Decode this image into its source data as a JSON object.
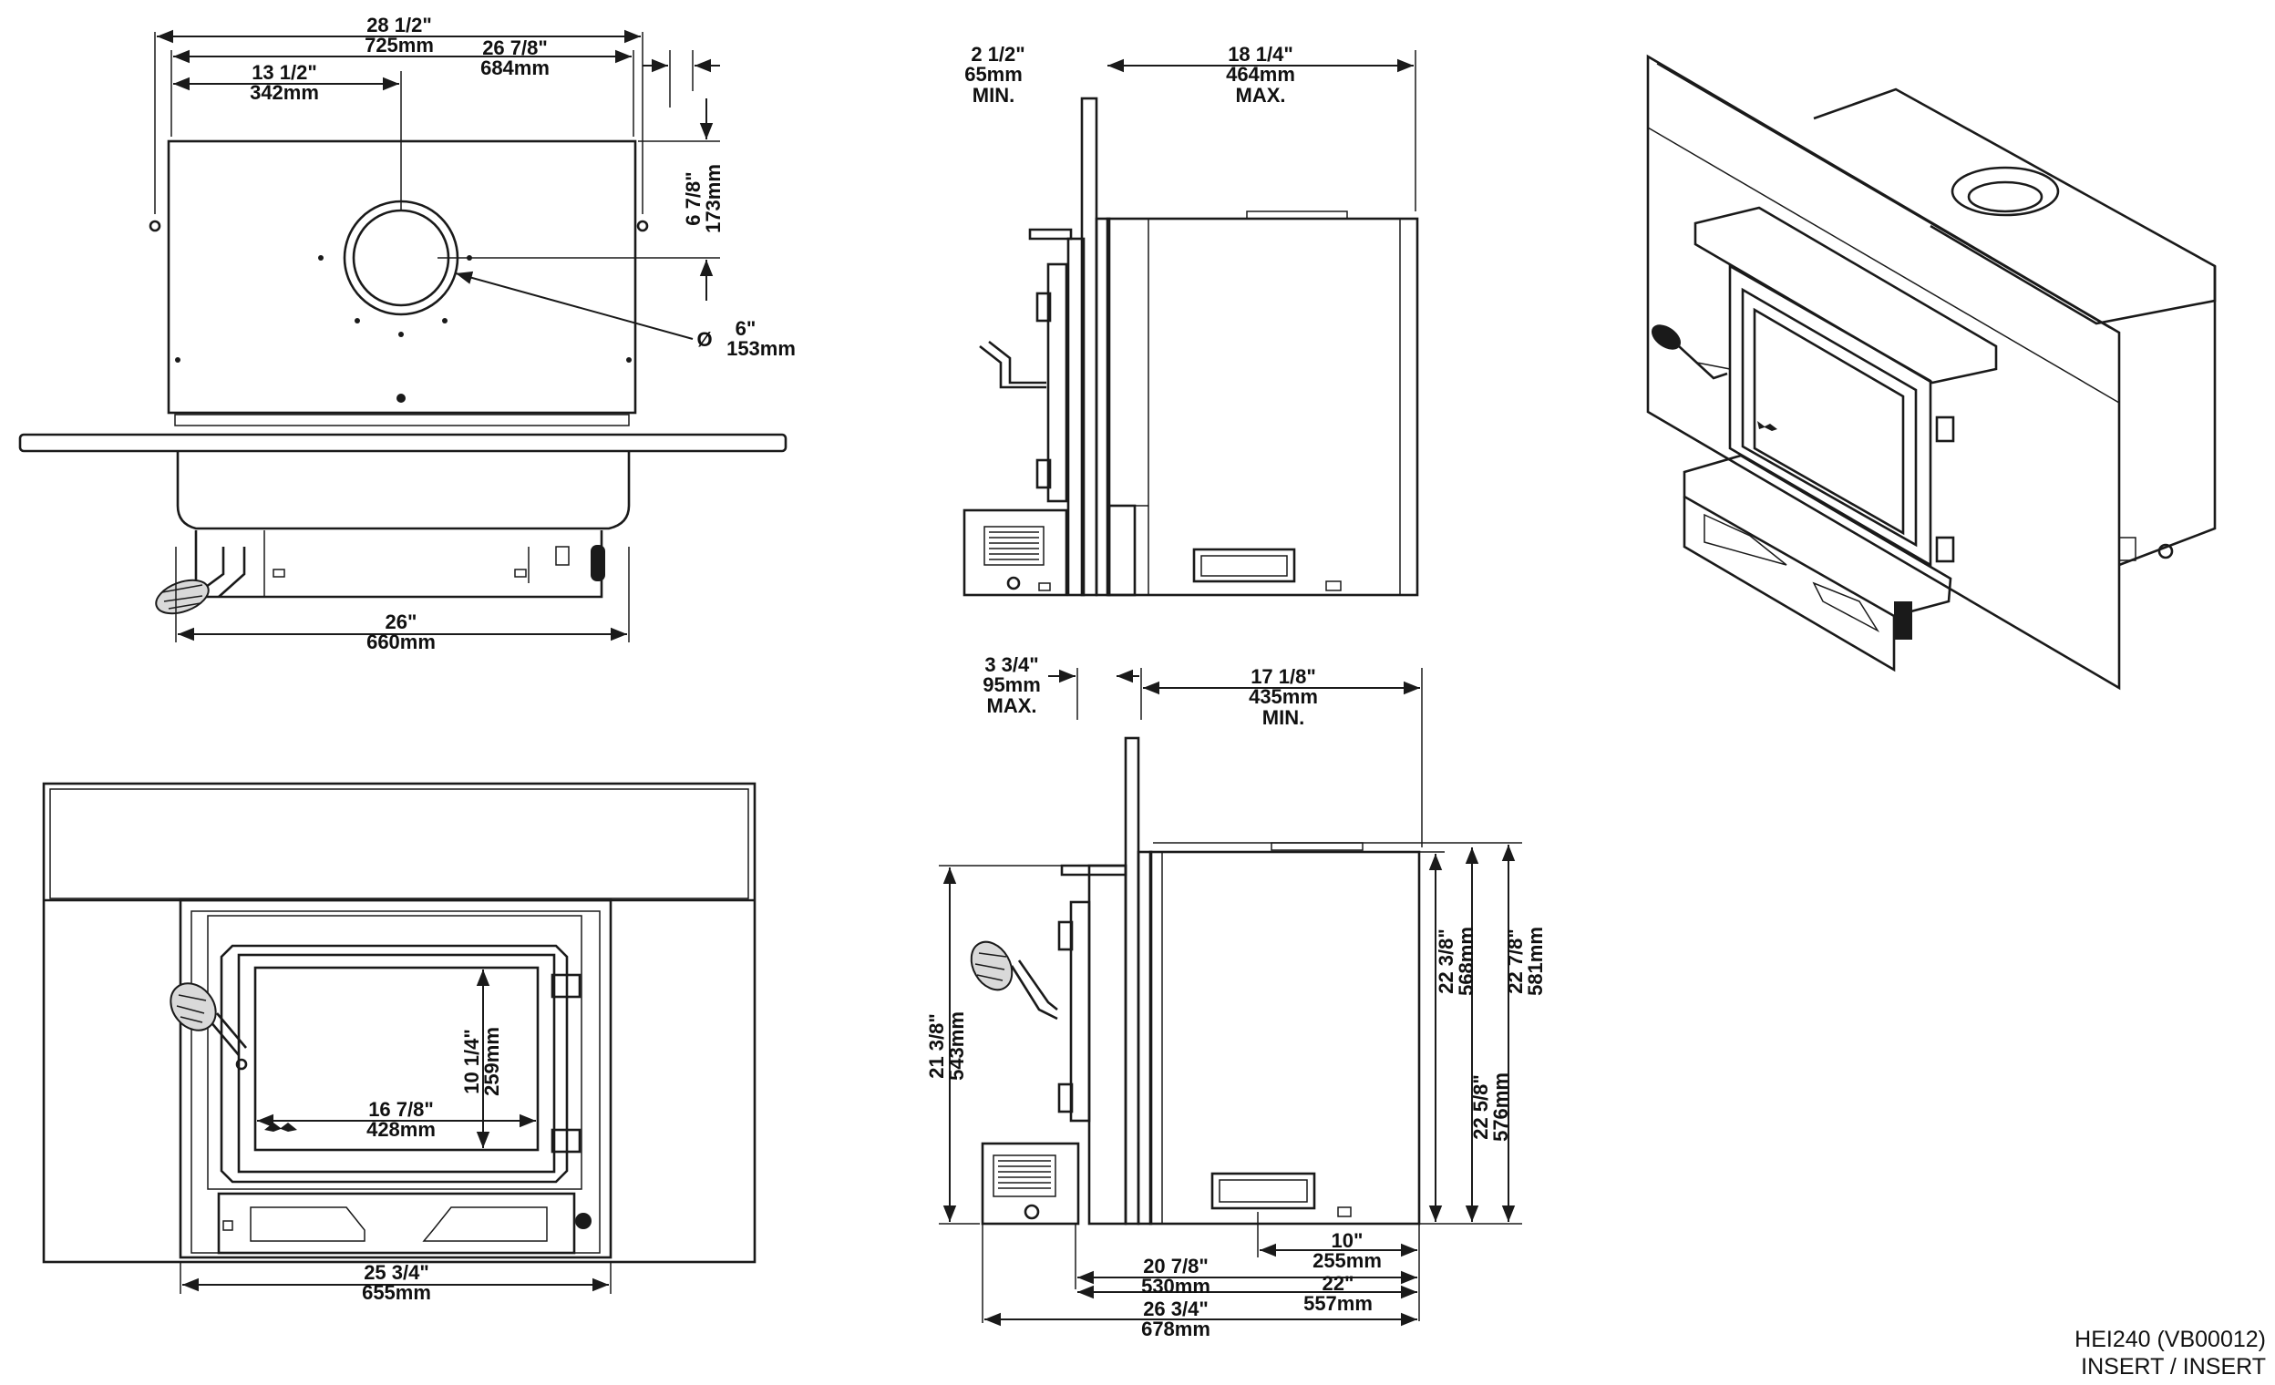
{
  "top_view": {
    "overall_width": [
      "28 1/2\"",
      "725mm"
    ],
    "bolt_span": [
      "26 7/8\"",
      "684mm"
    ],
    "flue_offset_x": [
      "13 1/2\"",
      "342mm"
    ],
    "flue_offset_y": [
      "6 7/8\"",
      "173mm"
    ],
    "flue_diameter": [
      "Ø",
      "6\"",
      "153mm"
    ],
    "body_width": [
      "26\"",
      "660mm"
    ]
  },
  "side_view_min": {
    "front_depth_min": [
      "2 1/2\"",
      "65mm",
      "MIN."
    ],
    "rear_depth_max": [
      "18 1/4\"",
      "464mm",
      "MAX."
    ]
  },
  "side_view_max": {
    "front_depth_max": [
      "3 3/4\"",
      "95mm",
      "MAX."
    ],
    "rear_depth_min": [
      "17 1/8\"",
      "435mm",
      "MIN."
    ],
    "height_left": [
      "21 3/8\"",
      "543mm"
    ],
    "height_a": [
      "22 3/8\"",
      "568mm"
    ],
    "height_b": [
      "22 5/8\"",
      "576mm"
    ],
    "height_c": [
      "22 7/8\"",
      "581mm"
    ],
    "vent_offset": [
      "10\"",
      "255mm"
    ],
    "depth_a": [
      "20 7/8\"",
      "530mm"
    ],
    "depth_b": [
      "22\"",
      "557mm"
    ],
    "depth_c": [
      "26 3/4\"",
      "678mm"
    ]
  },
  "front_view": {
    "glass_width": [
      "16 7/8\"",
      "428mm"
    ],
    "glass_height": [
      "10 1/4\"",
      "259mm"
    ],
    "body_width": [
      "25 3/4\"",
      "655mm"
    ]
  },
  "title_block": {
    "model": "HEI240 (VB00012)",
    "type": "INSERT / INSERT"
  }
}
